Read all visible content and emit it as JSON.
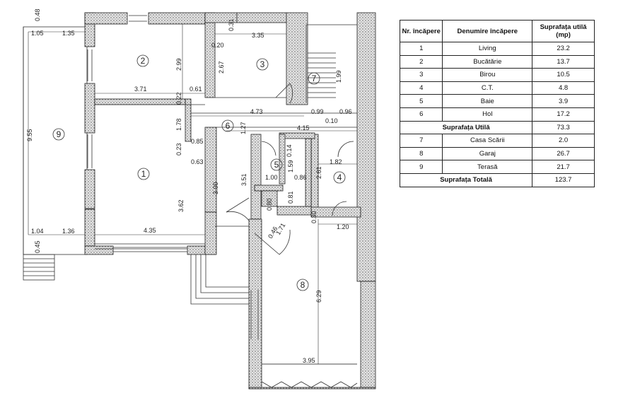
{
  "table": {
    "headers": [
      "Nr. încăpere",
      "Denumire încăpere",
      "Suprafața utilă (mp)"
    ],
    "rows": [
      {
        "nr": "1",
        "name": "Living",
        "area": "23.2"
      },
      {
        "nr": "2",
        "name": "Bucătărie",
        "area": "13.7"
      },
      {
        "nr": "3",
        "name": "Birou",
        "area": "10.5"
      },
      {
        "nr": "4",
        "name": "C.T.",
        "area": "4.8"
      },
      {
        "nr": "5",
        "name": "Baie",
        "area": "3.9"
      },
      {
        "nr": "6",
        "name": "Hol",
        "area": "17.2"
      }
    ],
    "subtotal": {
      "label": "Suprafața Utilă",
      "area": "73.3"
    },
    "rows2": [
      {
        "nr": "7",
        "name": "Casa Scării",
        "area": "2.0"
      },
      {
        "nr": "8",
        "name": "Garaj",
        "area": "26.7"
      },
      {
        "nr": "9",
        "name": "Terasă",
        "area": "21.7"
      }
    ],
    "total": {
      "label": "Suprafața Totală",
      "area": "123.7"
    }
  },
  "rooms": [
    "1",
    "2",
    "3",
    "4",
    "5",
    "6",
    "7",
    "8",
    "9"
  ],
  "dims": {
    "d_048": "0.48",
    "d_105": "1.05",
    "d_135": "1.35",
    "d_955": "9.55",
    "d_104": "1.04",
    "d_136": "1.36",
    "d_045": "0.45",
    "d_299": "2.99",
    "d_371": "3.71",
    "d_061": "0.61",
    "d_022": "0.22",
    "d_335": "3.35",
    "d_031": "0.31",
    "d_020": "0.20",
    "d_267": "2.67",
    "d_199": "1.99",
    "d_473": "4.73",
    "d_099": "0.99",
    "d_096": "0.96",
    "d_010": "0.10",
    "d_178": "1.78",
    "d_415": "4.15",
    "d_127": "1.27",
    "d_085": "0.85",
    "d_023": "0.23",
    "d_063": "0.63",
    "d_014": "0.14",
    "d_159": "1.59",
    "d_100": "1.00",
    "d_086": "0.86",
    "d_182": "1.82",
    "d_261": "2.61",
    "d_300": "3.00",
    "d_351": "3.51",
    "d_362": "3.62",
    "d_081": "0.81",
    "d_080": "0.80",
    "d_030": "0.30",
    "d_120": "1.20",
    "d_046": "0.46",
    "d_171": "1.71",
    "d_435": "4.35",
    "d_629": "6.29",
    "d_395": "3.95"
  }
}
